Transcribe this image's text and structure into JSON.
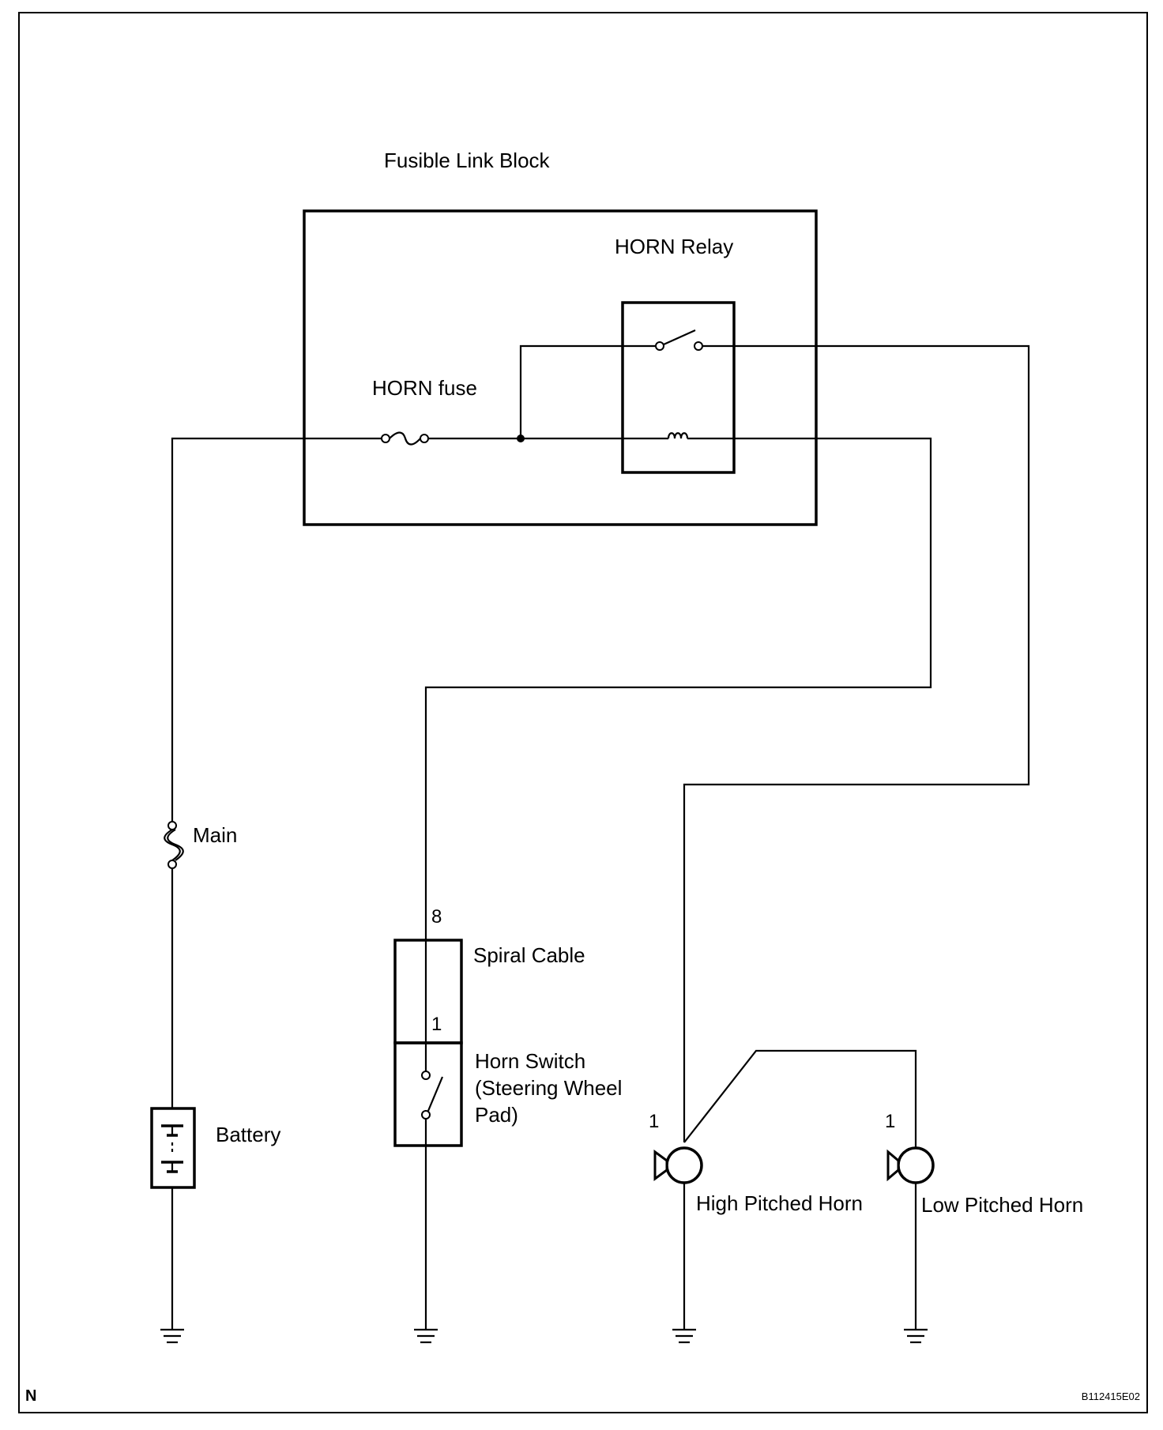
{
  "labels": {
    "fusible_link_block": "Fusible Link Block",
    "horn_relay": "HORN Relay",
    "horn_fuse": "HORN fuse",
    "main": "Main",
    "battery": "Battery",
    "spiral_cable": "Spiral Cable",
    "horn_switch_line1": "Horn Switch",
    "horn_switch_line2": "(Steering Wheel",
    "horn_switch_line3": "Pad)",
    "high_pitched_horn": "High Pitched Horn",
    "low_pitched_horn": "Low Pitched Horn"
  },
  "pins": {
    "spiral_cable_top": "8",
    "spiral_cable_bottom": "1",
    "high_horn": "1",
    "low_horn": "1"
  },
  "corner": {
    "left": "N",
    "code": "B112415E02"
  }
}
